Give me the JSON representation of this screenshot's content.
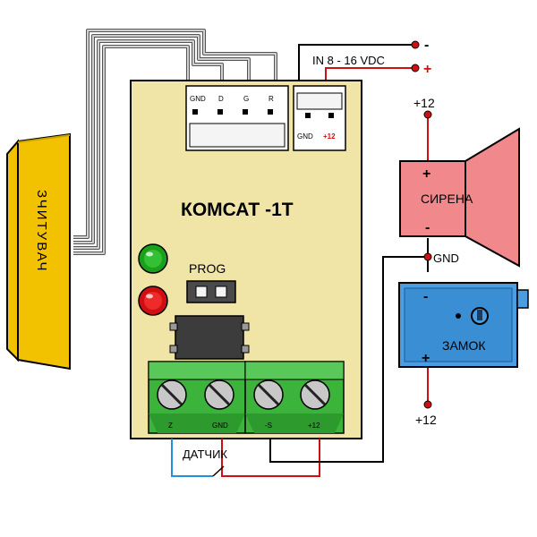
{
  "board": {
    "title": "КОМСАТ -1Т",
    "prog_label": "PROG",
    "connector_top_labels": [
      "GND",
      "D",
      "G",
      "R"
    ],
    "power_connector_labels": {
      "gnd": "GND",
      "plus12": "+12"
    },
    "terminal_labels": [
      "Z",
      "GND",
      "-S",
      "+12"
    ]
  },
  "power_input": {
    "label": "IN 8 - 16 VDC",
    "minus": "-",
    "plus": "+"
  },
  "reader": {
    "label": "ЗЧИТУВАЧ"
  },
  "siren": {
    "label": "СИРЕНА",
    "plus": "+",
    "minus": "-",
    "supply": "+12"
  },
  "lock": {
    "label": "ЗАМОК",
    "minus": "-",
    "plus": "+",
    "supply": "+12"
  },
  "common": {
    "gnd": "GND"
  },
  "sensor": {
    "label": "ДАТЧИК"
  },
  "colors": {
    "board": "#f0e4a6",
    "reader": "#f2c200",
    "siren": "#f0888c",
    "lock": "#4a9de0",
    "terminal": "#3cb43c",
    "wire_red": "#d01010",
    "wire_blue": "#2090e0",
    "led_green": "#1aa01a",
    "led_red": "#d01010"
  }
}
